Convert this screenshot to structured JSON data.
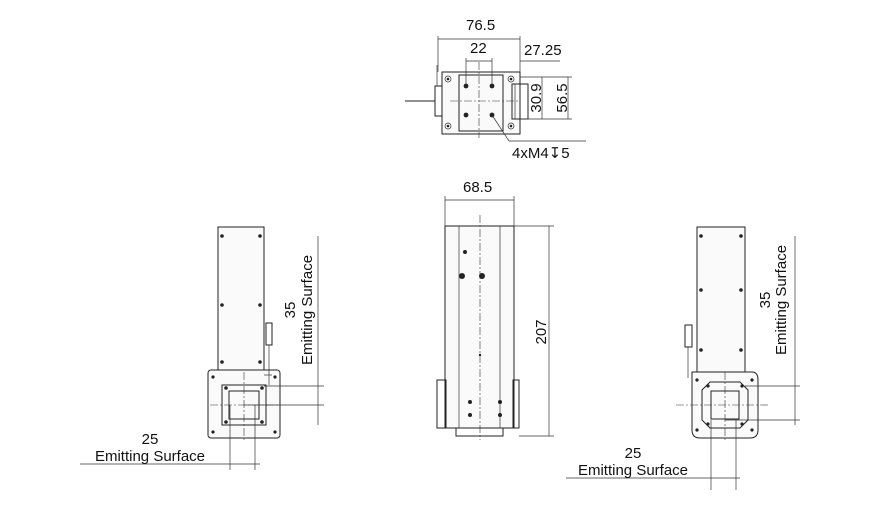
{
  "top_view": {
    "dim_width": "76.5",
    "dim_mid": "22",
    "dim_offset": "27.25",
    "dim_v_small": "30.9",
    "dim_v_large": "56.5",
    "hole_callout": "4xM4↧5"
  },
  "front_view": {
    "dim_width": "68.5",
    "dim_height": "207"
  },
  "left_view": {
    "dim_vertical": "35",
    "label_vertical": "Emitting Surface",
    "dim_horizontal": "25",
    "label_horizontal": "Emitting Surface"
  },
  "right_view": {
    "dim_vertical": "35",
    "label_vertical": "Emitting Surface",
    "dim_horizontal": "25",
    "label_horizontal": "Emitting Surface"
  }
}
